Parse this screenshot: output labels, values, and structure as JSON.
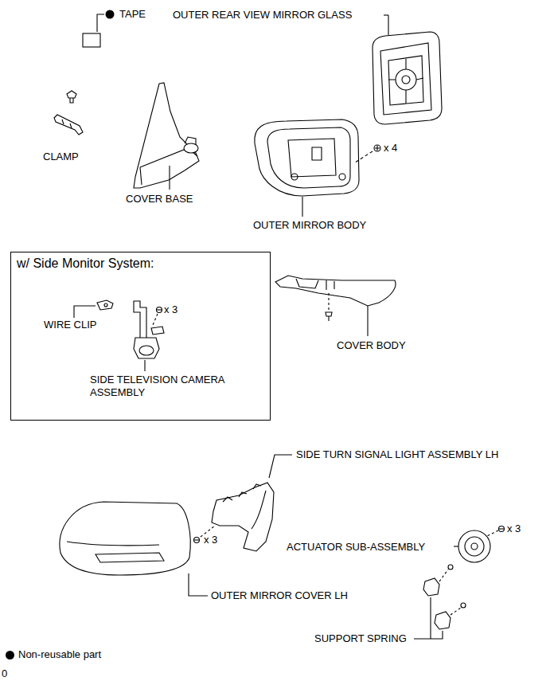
{
  "diagram": {
    "nodes": [
      {
        "text": [
          "w/ Side Monitor System:"
        ]
      }
    ],
    "labels": [
      "TAPE",
      "OUTER REAR VIEW MIRROR GLASS",
      "CLAMP",
      "COVER BASE",
      "x 4",
      "OUTER MIRROR BODY",
      "WIRE CLIP",
      "x 3",
      "SIDE TELEVISION CAMERA ASSEMBLY",
      "COVER BODY",
      "SIDE TURN SIGNAL LIGHT ASSEMBLY LH",
      "x 3",
      "ACTUATOR SUB-ASSEMBLY",
      "x 3",
      "OUTER MIRROR COVER LH",
      "SUPPORT SPRING",
      "0"
    ],
    "legend": [
      {
        "text": "Non-reusable part"
      }
    ]
  }
}
